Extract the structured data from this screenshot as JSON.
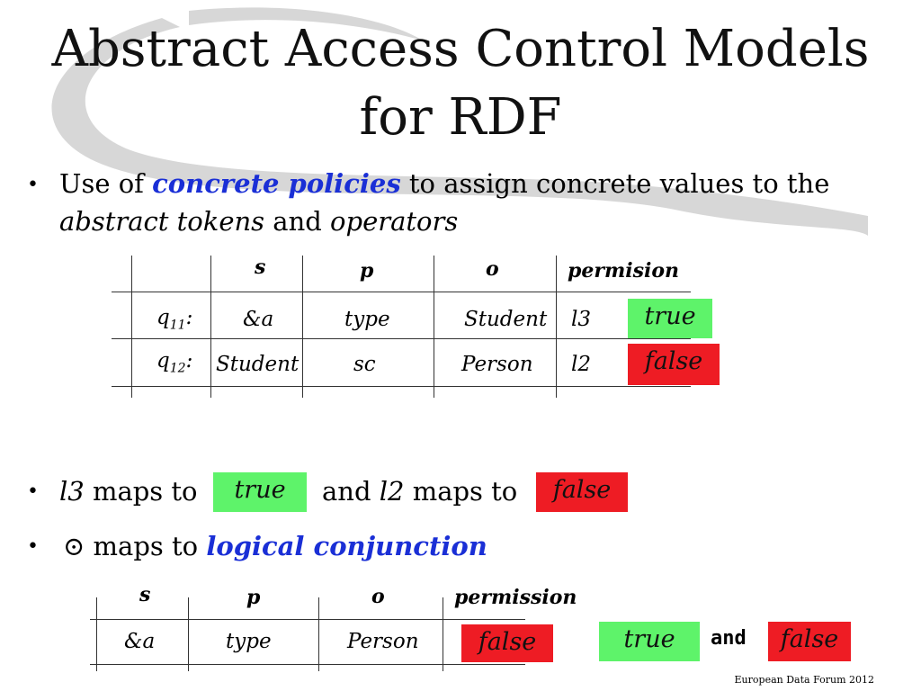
{
  "title": {
    "line1": "Abstract Access Control Models",
    "line2": "for RDF"
  },
  "bullet1": {
    "pre": "Use of",
    "emph": "concrete policies",
    "post": "to assign concrete values to the",
    "line2_a": "abstract tokens",
    "line2_b": "and",
    "line2_c": "operators"
  },
  "table1": {
    "headers": {
      "s": "s",
      "p": "p",
      "o": "o",
      "perm": "permision"
    },
    "rows": [
      {
        "q": "q",
        "qsub": "11",
        "colon": ":",
        "s": "&a",
        "p": "type",
        "o": "Student",
        "perm": "l3",
        "value": "true",
        "value_color": "#5ef36a"
      },
      {
        "q": "q",
        "qsub": "12",
        "colon": ":",
        "s": "Student",
        "p": "sc",
        "o": "Person",
        "perm": "l2",
        "value": "false",
        "value_color": "#ee1c24"
      }
    ]
  },
  "bullet2": {
    "l3": "l3",
    "maps1": "maps to",
    "true_label": "true",
    "and": "and",
    "l2": "l2",
    "maps2": "maps to",
    "false_label": "false"
  },
  "bullet3": {
    "symbol": "⊙",
    "text": "maps to",
    "emph": "logical conjunction"
  },
  "table2": {
    "headers": {
      "s": "s",
      "p": "p",
      "o": "o",
      "perm": "permission"
    },
    "row": {
      "s": "&a",
      "p": "type",
      "o": "Person",
      "value": "false"
    }
  },
  "expression": {
    "left": "true",
    "op": "and",
    "right": "false"
  },
  "footer": "European Data Forum 2012",
  "colors": {
    "true_bg": "#5ef36a",
    "false_bg": "#ee1c24",
    "accent_blue": "#1a2fd6"
  }
}
